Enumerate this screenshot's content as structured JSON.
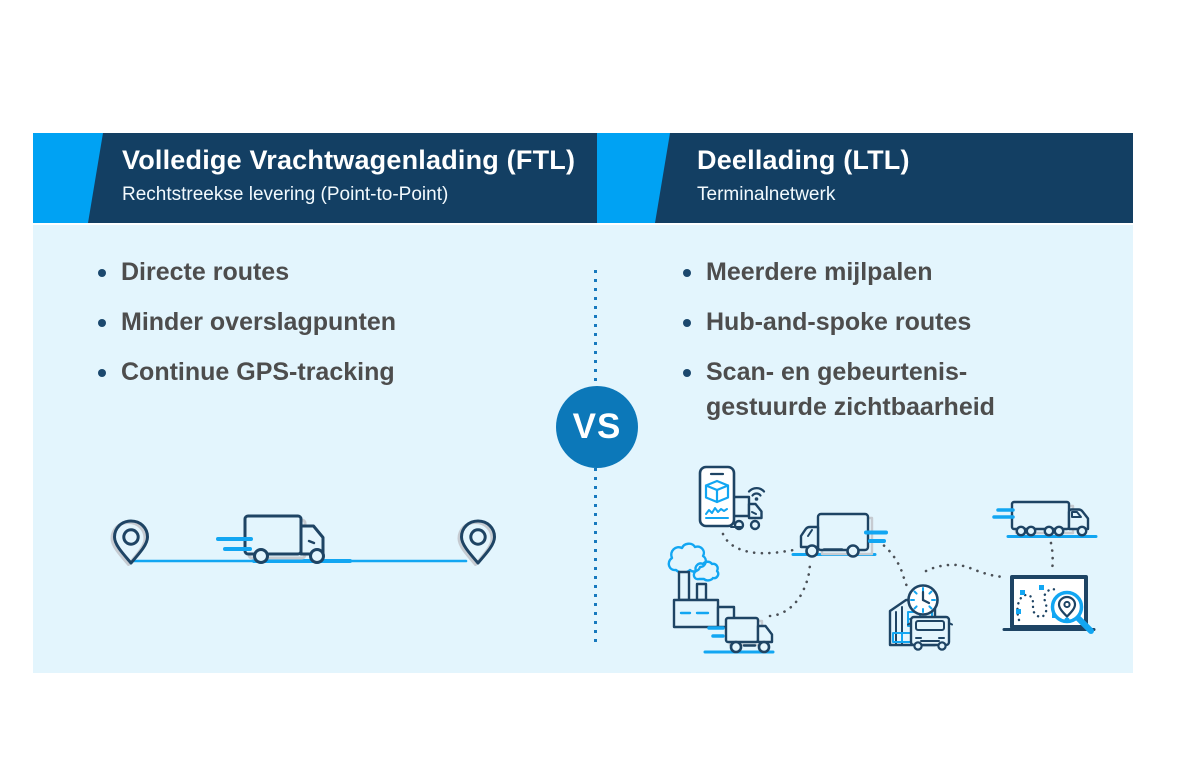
{
  "left_panel": {
    "title": "Volledige Vrachtwagenlading (FTL)",
    "subtitle": "Rechtstreekse levering (Point-to-Point)",
    "bullets": [
      "Directe routes",
      "Minder overslagpunten",
      "Continue GPS-tracking"
    ],
    "illustration": {
      "name": "point-to-point-route",
      "elements": [
        "location-pin",
        "delivery-truck",
        "location-pin"
      ]
    }
  },
  "right_panel": {
    "title": "Deellading (LTL)",
    "subtitle": "Terminalnetwerk",
    "bullets": [
      "Meerdere mijlpalen",
      "Hub-and-spoke routes",
      "Scan- en gebeurtenis-gestuurde zichtbaarheid"
    ],
    "illustration": {
      "name": "terminal-network-flow",
      "elements": [
        "phone-package-tracking",
        "pickup-truck",
        "box-truck",
        "factory",
        "terminal-with-clock",
        "delivery-van-front",
        "semi-truck",
        "route-map-with-magnifier"
      ]
    }
  },
  "divider": {
    "label": "VS"
  },
  "colors": {
    "header_navy": "#133f63",
    "accent_blue": "#00a2f3",
    "panel_bg": "#e3f5fd",
    "vs_circle": "#0c78b9",
    "bullet_text": "#4d4d4d",
    "bullet_dot": "#1b486e",
    "icon_navy": "#1e4464",
    "icon_gray": "#c6cbd1",
    "dot_path": "#4b5056",
    "divider_dot": "#1779be"
  }
}
